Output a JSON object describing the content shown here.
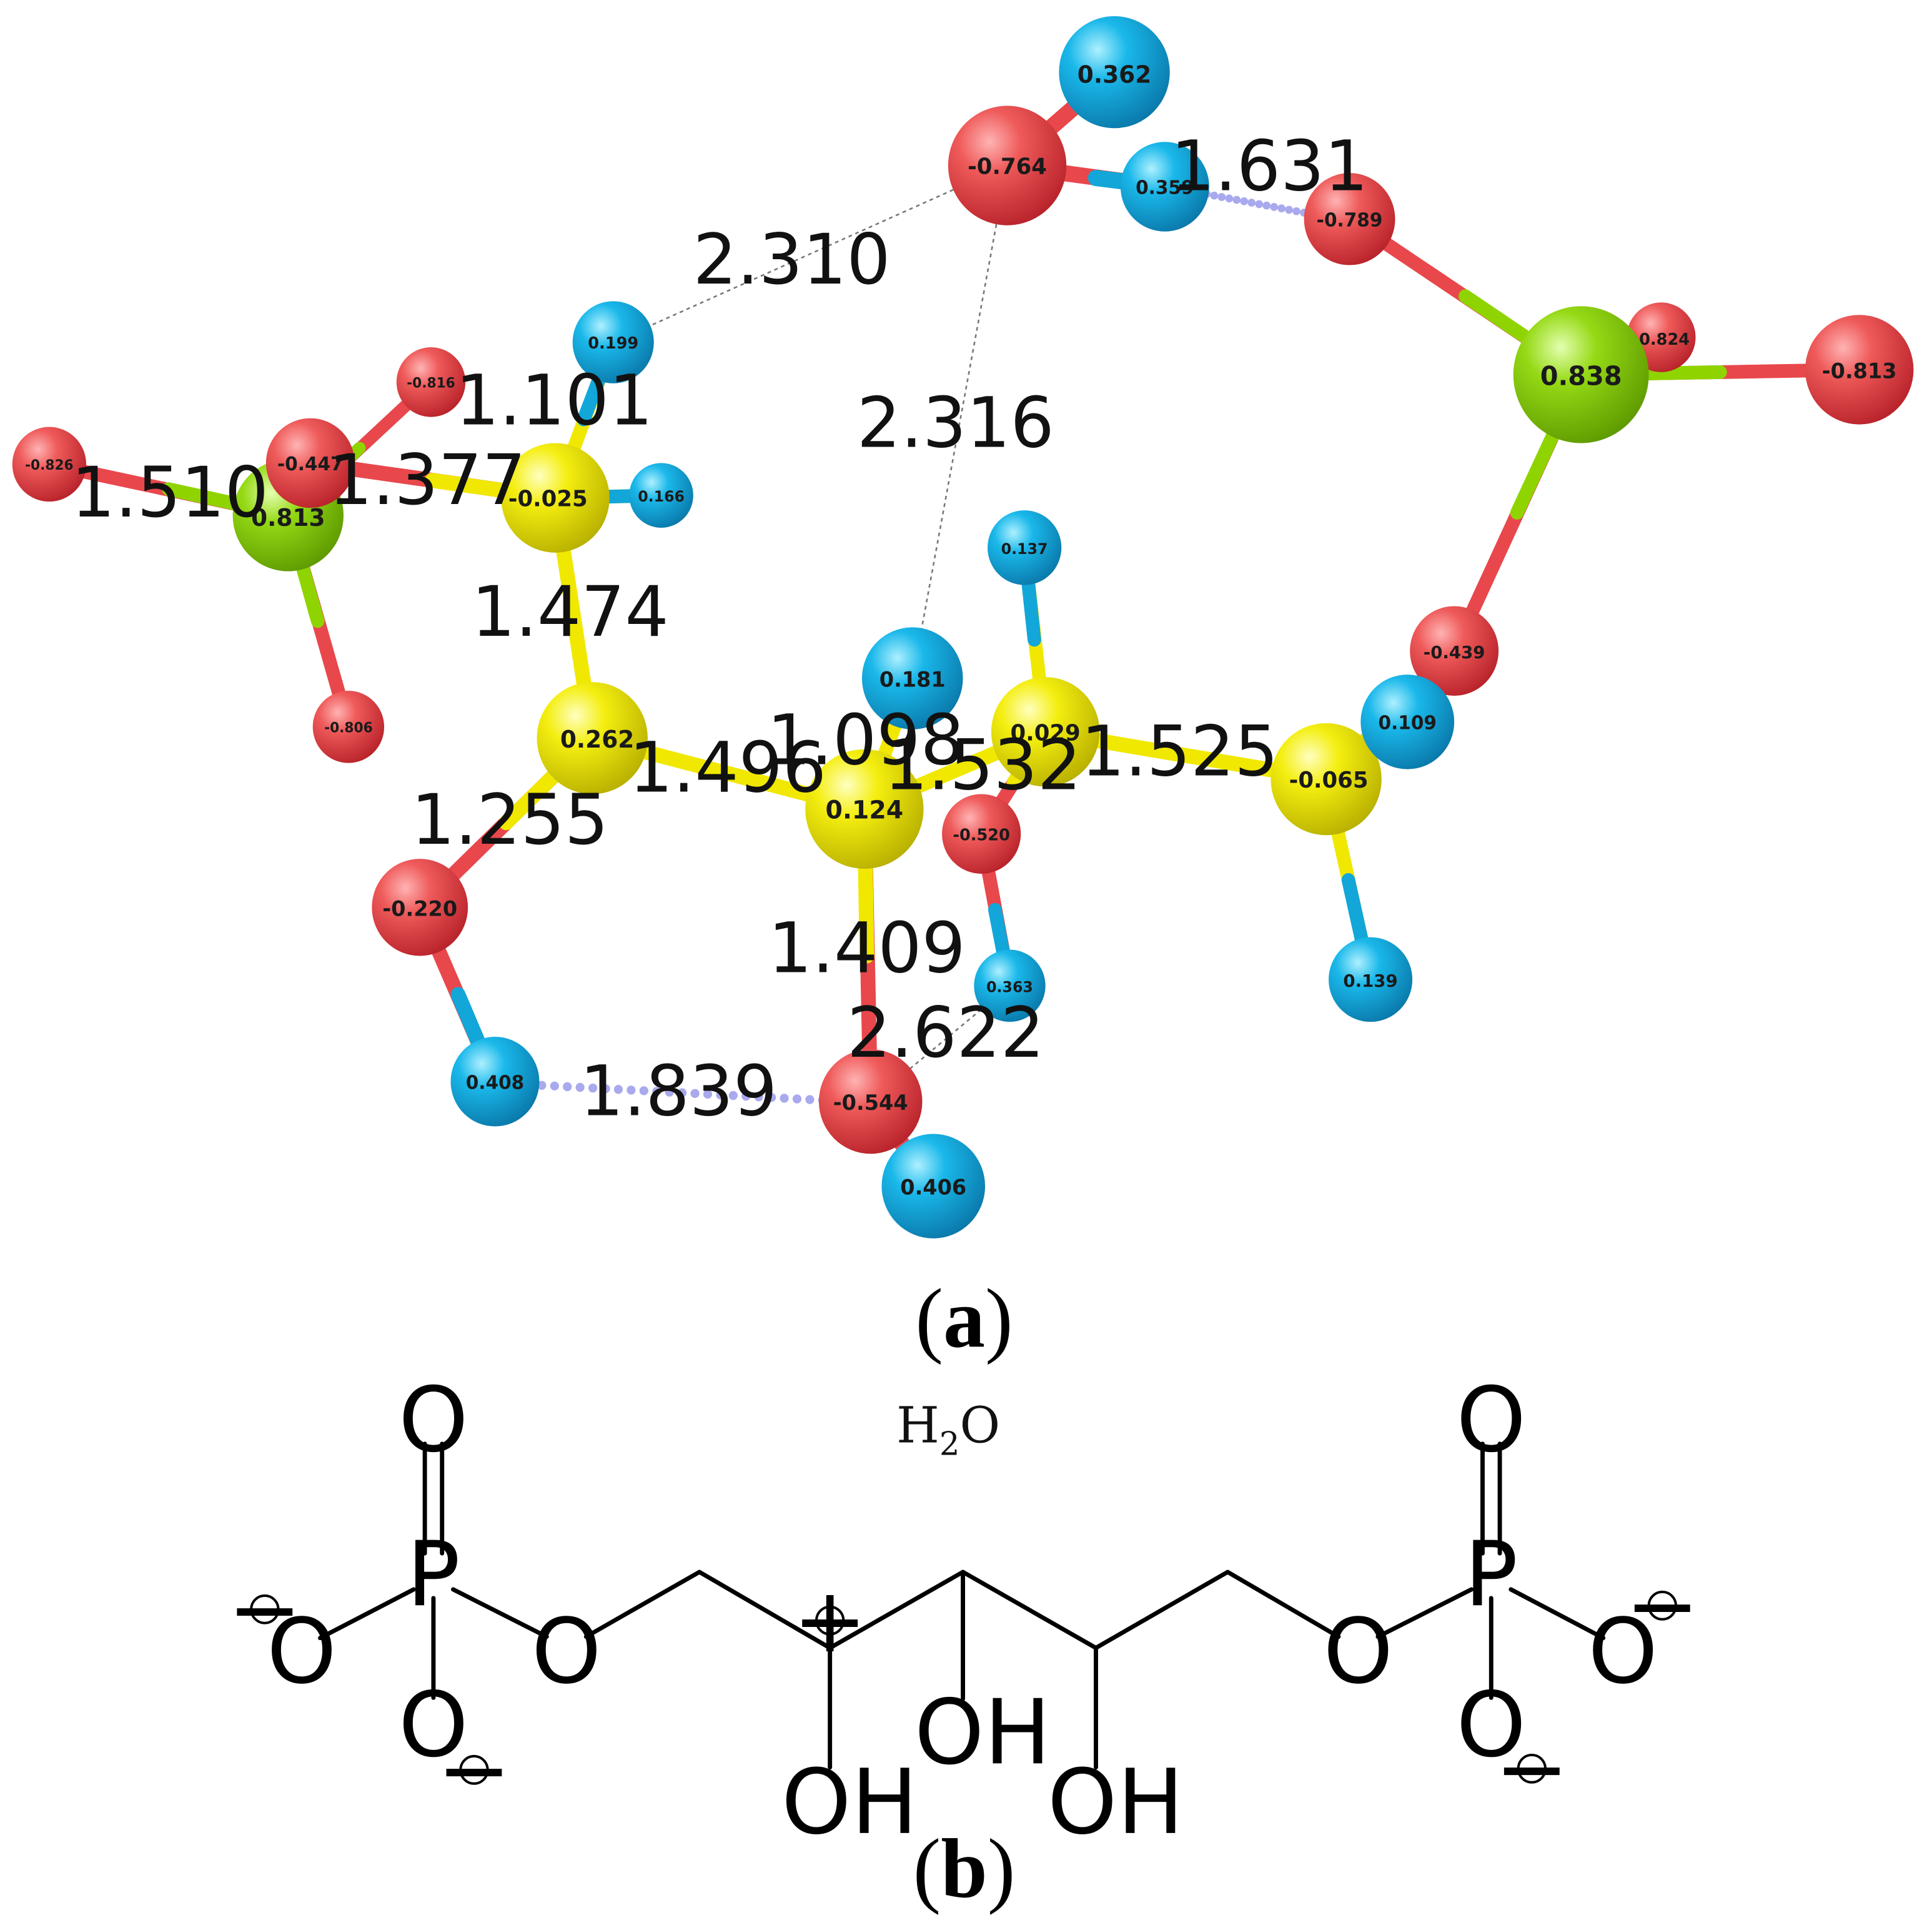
{
  "colors": {
    "oxygen": "#e8474c",
    "hydrogen": "#12a6d9",
    "carbon": "#f0e800",
    "phosphorus": "#8fd400",
    "hbond": "#a9a9ee",
    "contact": "#777777"
  },
  "panel_a": {
    "label_open": "(",
    "label_letter": "a",
    "label_close": ")",
    "charges": {
      "water_o": "-0.764",
      "water_h_top": "0.362",
      "water_h_bridge": "0.359",
      "o_right_top": "-0.789",
      "p_right": "0.838",
      "o_right_back": "-0.824",
      "o_right_out": "-0.813",
      "o_right_ester": "-0.439",
      "h_c1_right": "0.109",
      "c_right_ch2": "-0.065",
      "h_right_low": "0.139",
      "h_top_right": "0.137",
      "c_right": "0.029",
      "o_mid": "-0.520",
      "h_o_mid": "0.363",
      "c_center": "0.124",
      "h_center": "0.181",
      "o_bottom": "-0.544",
      "h_o_bottom": "0.406",
      "c_carbocation": "0.262",
      "o_left_low": "-0.220",
      "h_o_left_low": "0.408",
      "c_left_ch2": "-0.025",
      "h_left_top": "0.199",
      "h_left_side": "0.166",
      "o_left_ester": "-0.447",
      "p_left": "0.813",
      "o_left_top": "-0.816",
      "o_left_out": "-0.826",
      "o_left_bottom": "-0.806"
    },
    "distances": {
      "d_2310": "2.310",
      "d_2316": "2.316",
      "d_1631": "1.631",
      "d_1101": "1.101",
      "d_1510": "1.510",
      "d_1377": "1.377",
      "d_1474": "1.474",
      "d_1496": "1.496",
      "d_1098": "1.098",
      "d_1532": "1.532",
      "d_1525": "1.525",
      "d_1255": "1.255",
      "d_1409": "1.409",
      "d_2622": "2.622",
      "d_1839": "1.839"
    }
  },
  "panel_b": {
    "label_open": "(",
    "label_letter": "b",
    "label_close": ")",
    "water_h": "H",
    "water_sub": "2",
    "water_o": "O",
    "o": "O",
    "p": "P",
    "oh": "OH",
    "minus": "−",
    "plus": "+"
  }
}
